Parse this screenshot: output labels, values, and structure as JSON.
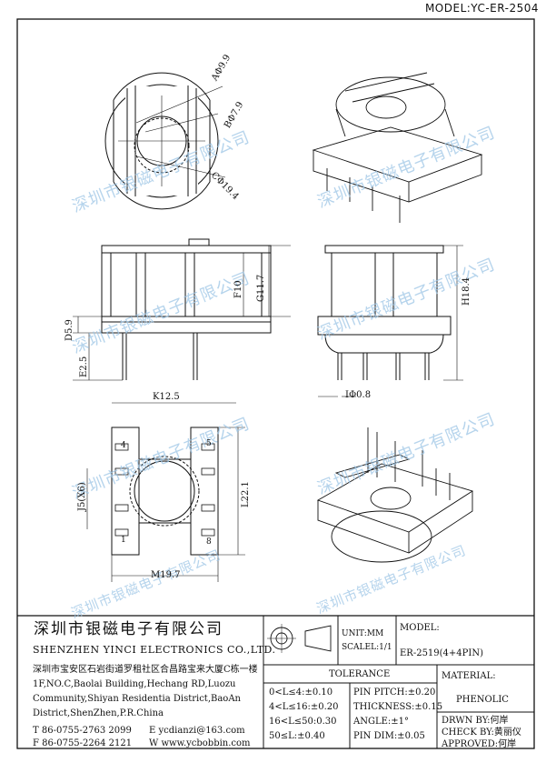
{
  "header": {
    "model_ref": "MODEL:YC-ER-2504"
  },
  "watermark": "深圳市银磁电子有限公司",
  "dims": {
    "a": "AΦ9.9",
    "b": "BΦ7.9",
    "c": "CΦ19.4",
    "f": "F10",
    "g": "G11.7",
    "d": "D5.9",
    "e": "E2.5",
    "h": "H18.4",
    "i": "IΦ0.8",
    "k": "K12.5",
    "j": "J5(X6)",
    "l": "L22.1",
    "m": "M19.7"
  },
  "pins": {
    "p4": "4",
    "p5": "5",
    "p1": "1",
    "p8": "8"
  },
  "company": {
    "cn": "深圳市银磁电子有限公司",
    "en": "SHENZHEN YINCI ELECTRONICS CO.,LTD.",
    "addr_cn": "深圳市宝安区石岩街道罗租社区合昌路宝来大厦C栋一楼",
    "addr_en1": "1F,NO.C,Baolai Building,Hechang RD,Luozu",
    "addr_en2": "Community,Shiyan Residentia District,BaoAn",
    "addr_en3": "District,ShenZhen,P.R.China",
    "tel": "T 86-0755-2763 2099",
    "fax": "F 86-0755-2264 2121",
    "email": "E ycdianzi@163.com",
    "web": "W www.ycbobbin.com"
  },
  "units": {
    "unit": "UNIT:MM",
    "scale": "SCALEL:1/1"
  },
  "model": {
    "label": "MODEL:",
    "value": "ER-2519(4+4PIN)"
  },
  "tolerance": {
    "title": "TOLERANCE",
    "rows": [
      "0<L≤4:±0.10",
      "4<L≤16:±0.20",
      "16<L≤50:0.30",
      "50≤L:±0.40"
    ],
    "pin_pitch": "PIN PITCH:±0.20",
    "thickness": "THICKNESS:±0.15",
    "angle": "ANGLE:±1°",
    "pin_dim": "PIN DIM:±0.05"
  },
  "material": {
    "label": "MATERIAL:",
    "value": "PHENOLIC"
  },
  "signoff": {
    "drawn": "DRWN BY:何岸",
    "check": "CHECK BY:黄丽仪",
    "approved": "APPROVED:何岸"
  }
}
